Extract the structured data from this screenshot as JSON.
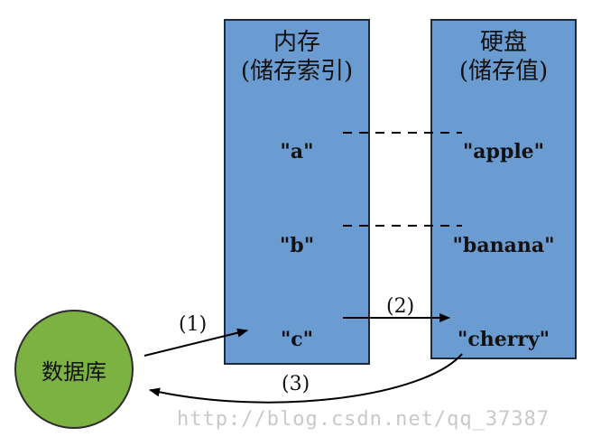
{
  "memory": {
    "title": "内存",
    "subtitle": "(储存索引)",
    "keys": [
      "\"a\"",
      "\"b\"",
      "\"c\""
    ]
  },
  "disk": {
    "title": "硬盘",
    "subtitle": "(储存值)",
    "values": [
      "\"apple\"",
      "\"banana\"",
      "\"cherry\""
    ]
  },
  "database": {
    "label": "数据库"
  },
  "steps": {
    "step1": "(1)",
    "step2": "(2)",
    "step3": "(3)"
  },
  "colors": {
    "box_fill": "#6a9bd1",
    "db_fill": "#7cb242"
  },
  "watermark": "http://blog.csdn.net/qq_37387"
}
